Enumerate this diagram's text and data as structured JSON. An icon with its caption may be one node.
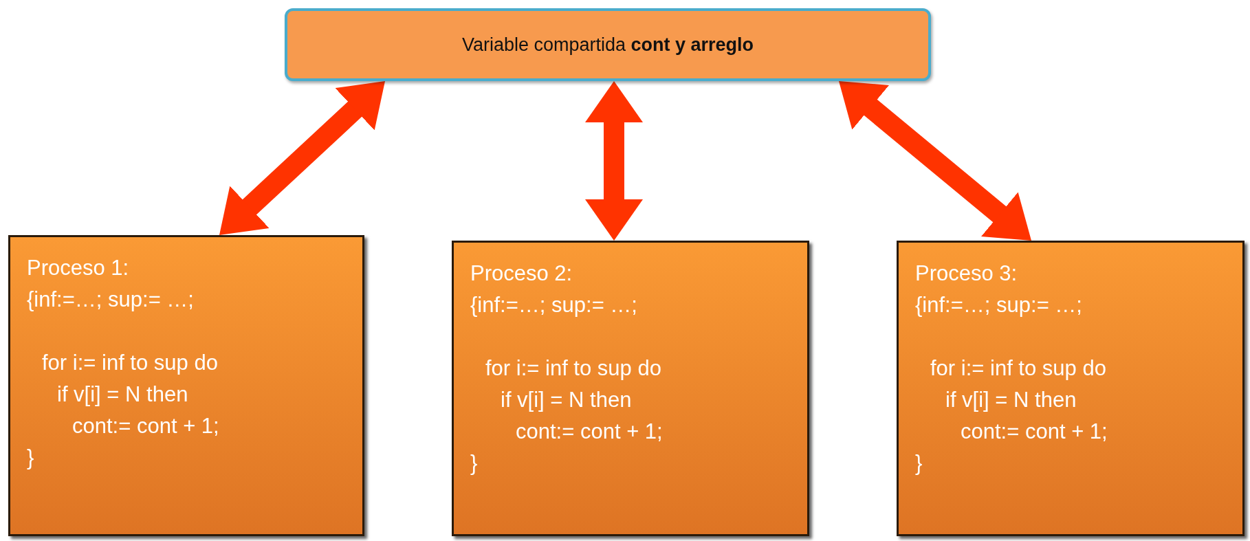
{
  "diagram": {
    "nodes": [
      {
        "text": [
          "Variable compartida **cont y arreglo**"
        ]
      },
      {
        "text": [
          "Proceso 1:",
          "{inf:=…; sup:= …;",
          "for i:= inf to sup do",
          "if v[i] = N then",
          "cont:= cont + 1;",
          "}"
        ]
      },
      {
        "text": [
          "Proceso 2:",
          "{inf:=…; sup:= …;",
          "for i:= inf to sup do",
          "if v[i] = N then",
          "cont:= cont + 1;",
          "}"
        ]
      },
      {
        "text": [
          "Proceso 3:",
          "{inf:=…; sup:= …;",
          "for i:= inf to sup do",
          "if v[i] = N then",
          "cont:= cont + 1;",
          "}"
        ]
      }
    ],
    "edges": [
      {
        "from": 0,
        "to": 1,
        "arrow": "both"
      },
      {
        "from": 0,
        "to": 2,
        "arrow": "both"
      },
      {
        "from": 0,
        "to": 3,
        "arrow": "both"
      }
    ]
  }
}
